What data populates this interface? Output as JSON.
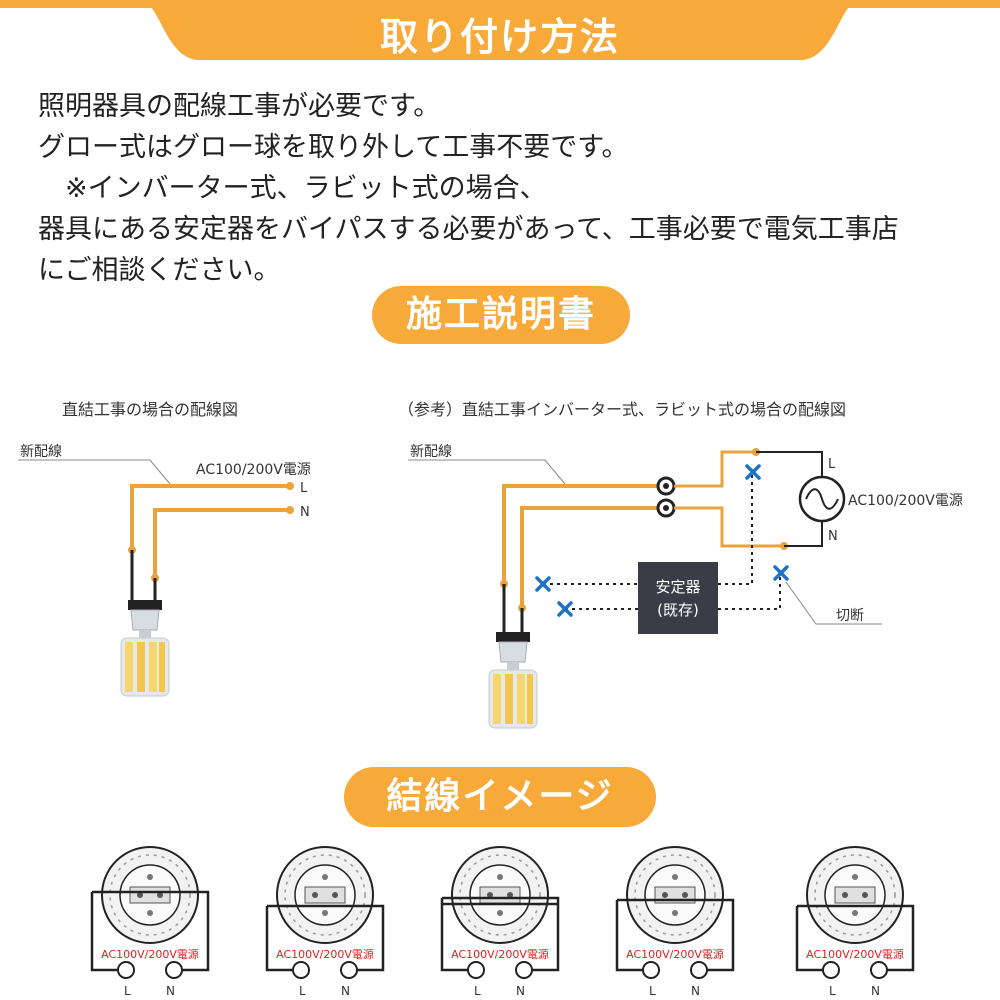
{
  "header": {
    "title": "取り付け方法"
  },
  "intro": {
    "lines": [
      "照明器具の配線工事が必要です。",
      "グロー式はグロー球を取り外して工事不要です。",
      "　※インバーター式、ラビット式の場合、",
      "器具にある安定器をバイパスする必要があって、工事必要で電気工事店",
      "にご相談ください。"
    ]
  },
  "section_construction": {
    "title": "施工説明書"
  },
  "diagram_left": {
    "caption": "直結工事の場合の配線図",
    "new_wiring_label": "新配線",
    "power_label": "AC100/200V電源",
    "terminal_l": "L",
    "terminal_n": "N"
  },
  "diagram_right": {
    "caption": "（参考）直結工事インバーター式、ラビット式の場合の配線図",
    "new_wiring_label": "新配線",
    "power_label": "AC100/200V電源",
    "terminal_l": "L",
    "terminal_n": "N",
    "ballast_line1": "安定器",
    "ballast_line2": "(既存)",
    "cut_label": "切断"
  },
  "section_wiring": {
    "title": "結線イメージ"
  },
  "wiring_images": {
    "power_label": "AC100V/200V電源",
    "terminal_l": "L",
    "terminal_n": "N",
    "count": 5
  },
  "colors": {
    "accent": "#f7a93a",
    "wire": "#e8a33c",
    "power_text": "#e02020",
    "cut_mark": "#1e73c8",
    "ballast_box": "#3c3c46"
  }
}
